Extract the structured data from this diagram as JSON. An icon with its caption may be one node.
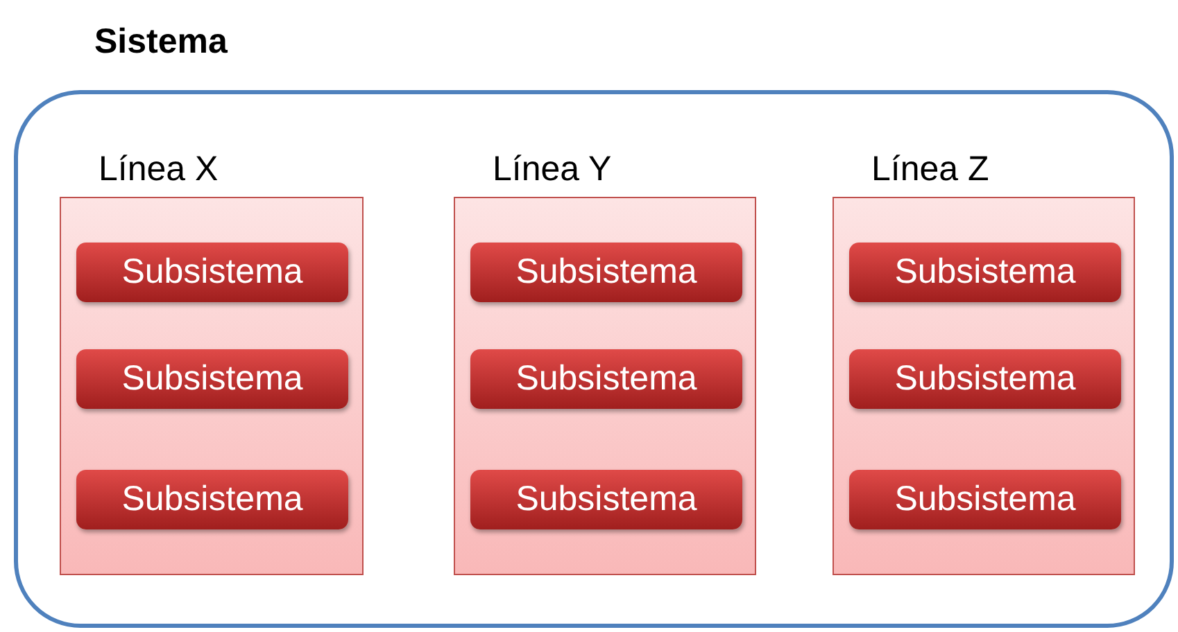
{
  "diagram": {
    "title": "Sistema",
    "nodes": [
      {
        "text": [],
        "shape": "box"
      },
      {
        "text": [
          "Línea X"
        ],
        "in": 0
      },
      {
        "text": [
          "Subsistema"
        ],
        "in": 1
      },
      {
        "text": [
          "Subsistema"
        ],
        "in": 1
      },
      {
        "text": [
          "Subsistema"
        ],
        "in": 1
      },
      {
        "text": [
          "Línea Y"
        ],
        "in": 0
      },
      {
        "text": [
          "Subsistema"
        ],
        "in": 5
      },
      {
        "text": [
          "Subsistema"
        ],
        "in": 5
      },
      {
        "text": [
          "Subsistema"
        ],
        "in": 5
      },
      {
        "text": [
          "Línea Z"
        ],
        "in": 0
      },
      {
        "text": [
          "Subsistema"
        ],
        "in": 9
      },
      {
        "text": [
          "Subsistema"
        ],
        "in": 9
      },
      {
        "text": [
          "Subsistema"
        ],
        "in": 9
      }
    ]
  }
}
